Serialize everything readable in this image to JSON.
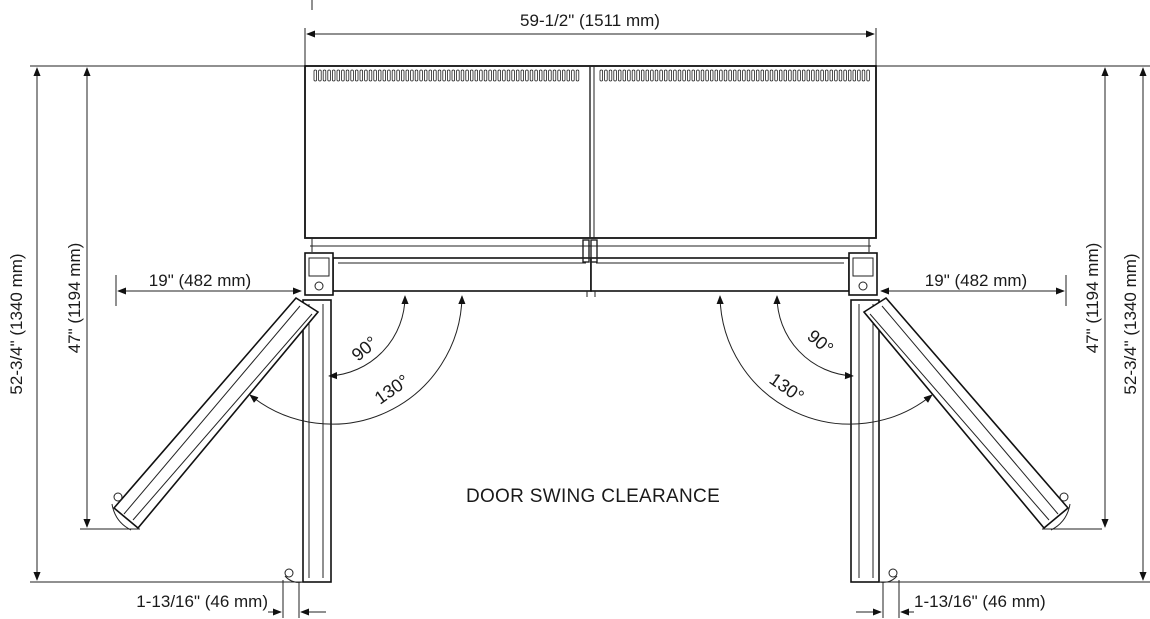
{
  "caption": "DOOR SWING CLEARANCE",
  "dimensions": {
    "overall_width": "59-1/2\" (1511 mm)",
    "left_door_width": "19\" (482 mm)",
    "right_door_width": "19\" (482 mm)",
    "left_depth_inner": "47\" (1194 mm)",
    "left_depth_outer": "52-3/4\" (1340 mm)",
    "right_depth_inner": "47\" (1194 mm)",
    "right_depth_outer": "52-3/4\" (1340 mm)",
    "left_side_clearance": "1-13/16\" (46 mm)",
    "right_side_clearance": "1-13/16\" (46 mm)"
  },
  "angles": {
    "left_90": "90°",
    "left_130": "130°",
    "right_90": "90°",
    "right_130": "130°"
  }
}
